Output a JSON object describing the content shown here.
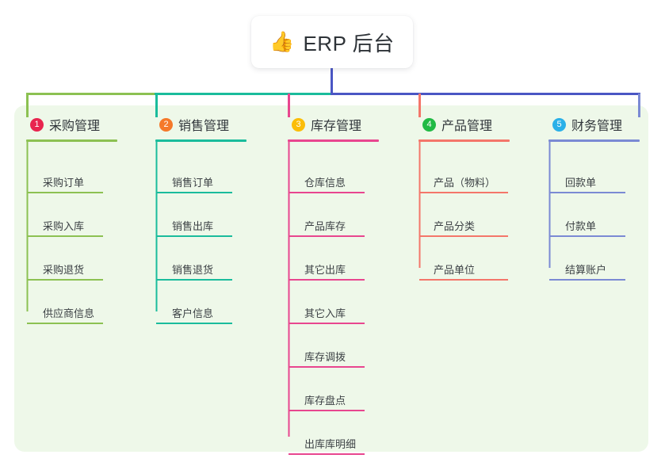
{
  "root": {
    "emoji": "👍",
    "emoji_name": "thumbs-up-emoji",
    "title": "ERP 后台"
  },
  "theme": {
    "panel_bg": "#eef8e9",
    "page_bg": "#ffffff",
    "root_stem": "#4a56c4",
    "text": "#3c4145"
  },
  "columns": [
    {
      "index": "1",
      "title": "采购管理",
      "badge_color": "#e8254f",
      "line_color": "#8cc152",
      "items": [
        "采购订单",
        "采购入库",
        "采购退货",
        "供应商信息"
      ]
    },
    {
      "index": "2",
      "title": "销售管理",
      "badge_color": "#f5792a",
      "line_color": "#1abc9c",
      "items": [
        "销售订单",
        "销售出库",
        "销售退货",
        "客户信息"
      ]
    },
    {
      "index": "3",
      "title": "库存管理",
      "badge_color": "#fbbd08",
      "line_color": "#e8468f",
      "items": [
        "仓库信息",
        "产品库存",
        "其它出库",
        "其它入库",
        "库存调拨",
        "库存盘点",
        "出库库明细"
      ]
    },
    {
      "index": "4",
      "title": "产品管理",
      "badge_color": "#21ba45",
      "line_color": "#f4766a",
      "items": [
        "产品（物料）",
        "产品分类",
        "产品单位"
      ]
    },
    {
      "index": "5",
      "title": "财务管理",
      "badge_color": "#2ab0e8",
      "line_color": "#7b8ad4",
      "items": [
        "回款单",
        "付款单",
        "结算账户"
      ]
    }
  ]
}
